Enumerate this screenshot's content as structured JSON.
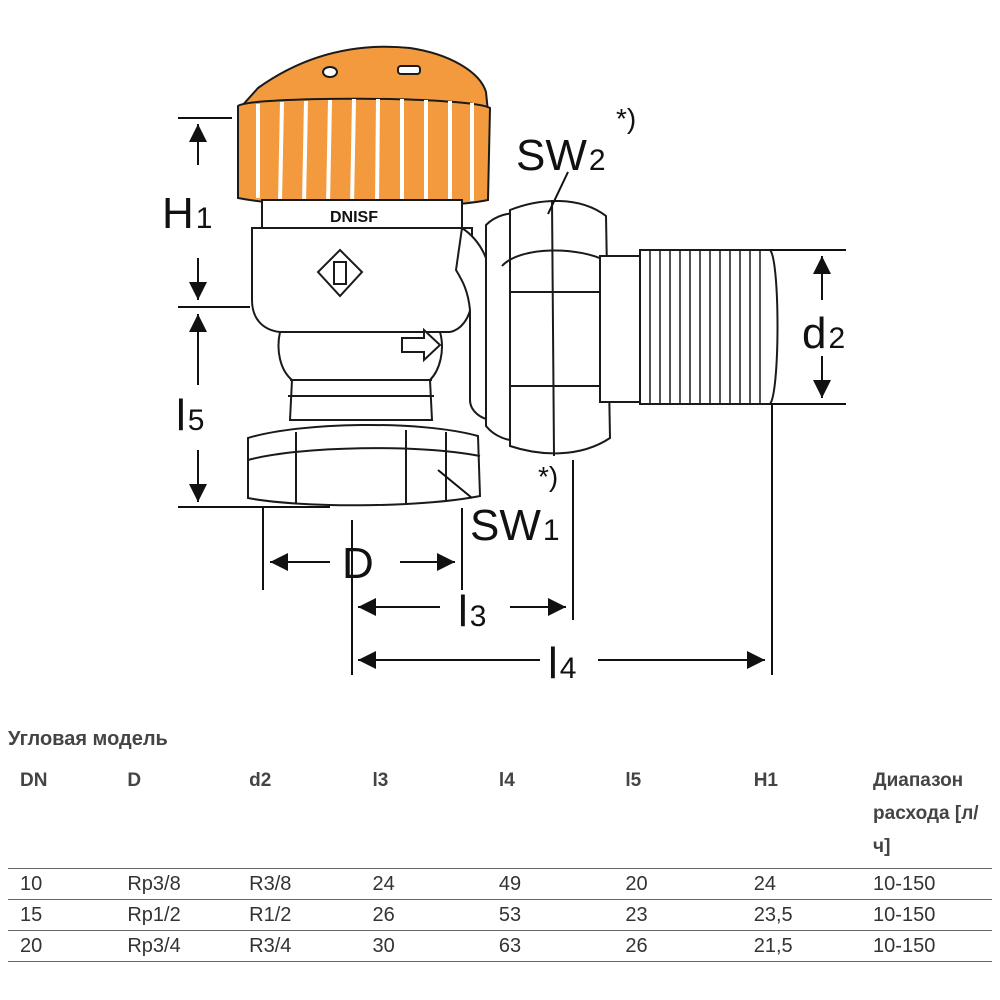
{
  "drawing": {
    "labels": {
      "h1": "H",
      "h1_sub": "1",
      "sw2": "SW",
      "sw2_sub": "2",
      "sw2_note": "*)",
      "sw1": "SW",
      "sw1_sub": "1",
      "sw1_note": "*)",
      "d2": "d",
      "d2_sub": "2",
      "l5": "l",
      "l5_sub": "5",
      "D": "D",
      "l3": "l",
      "l3_sub": "3",
      "l4": "l",
      "l4_sub": "4"
    },
    "engraving": "DNISF",
    "colors": {
      "cap": "#F39A3E",
      "line": "#1a1a1a"
    }
  },
  "table": {
    "title": "Угловая модель",
    "headers": [
      "DN",
      "D",
      "d2",
      "l3",
      "l4",
      "l5",
      "H1",
      "Диапазон расхода [л/ч]"
    ],
    "rows": [
      [
        "10",
        "Rp3/8",
        "R3/8",
        "24",
        "49",
        "20",
        "24",
        "10-150"
      ],
      [
        "15",
        "Rp1/2",
        "R1/2",
        "26",
        "53",
        "23",
        "23,5",
        "10-150"
      ],
      [
        "20",
        "Rp3/4",
        "R3/4",
        "30",
        "63",
        "26",
        "21,5",
        "10-150"
      ]
    ]
  }
}
